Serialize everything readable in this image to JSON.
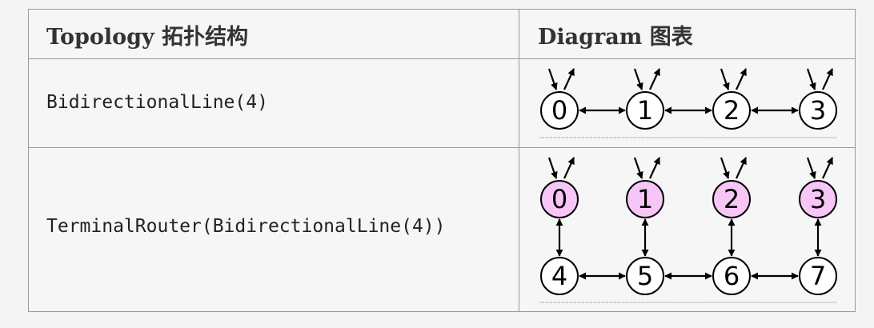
{
  "table": {
    "headers": {
      "topology": "Topology 拓扑结构",
      "diagram": "Diagram 图表"
    },
    "rows": [
      {
        "topology": "BidirectionalLine(4)",
        "diagram": {
          "nodes": [
            {
              "label": "0",
              "fill": "#ffffff"
            },
            {
              "label": "1",
              "fill": "#ffffff"
            },
            {
              "label": "2",
              "fill": "#ffffff"
            },
            {
              "label": "3",
              "fill": "#ffffff"
            }
          ]
        }
      },
      {
        "topology": "TerminalRouter(BidirectionalLine(4))",
        "diagram": {
          "terminals": [
            {
              "label": "0",
              "fill": "#f7c6f7"
            },
            {
              "label": "1",
              "fill": "#f7c6f7"
            },
            {
              "label": "2",
              "fill": "#f7c6f7"
            },
            {
              "label": "3",
              "fill": "#f7c6f7"
            }
          ],
          "routers": [
            {
              "label": "4",
              "fill": "#ffffff"
            },
            {
              "label": "5",
              "fill": "#ffffff"
            },
            {
              "label": "6",
              "fill": "#ffffff"
            },
            {
              "label": "7",
              "fill": "#ffffff"
            }
          ]
        }
      }
    ]
  },
  "colors": {
    "terminal_fill": "#f7c6f7",
    "router_fill": "#ffffff",
    "stroke": "#000000",
    "border": "#9a9a9a"
  }
}
